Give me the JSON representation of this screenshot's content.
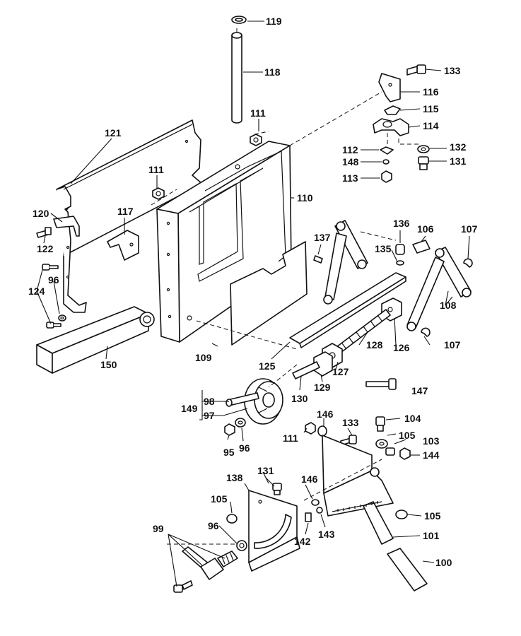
{
  "diagram": {
    "parts": {
      "p95": "95",
      "p96": "96",
      "p97": "97",
      "p98": "98",
      "p99": "99",
      "p100": "100",
      "p101": "101",
      "p103": "103",
      "p104": "104",
      "p105": "105",
      "p106": "106",
      "p107": "107",
      "p108": "108",
      "p109": "109",
      "p110": "110",
      "p111": "111",
      "p112": "112",
      "p113": "113",
      "p114": "114",
      "p115": "115",
      "p116": "116",
      "p117": "117",
      "p118": "118",
      "p119": "119",
      "p120": "120",
      "p121": "121",
      "p122": "122",
      "p124": "124",
      "p125": "125",
      "p126": "126",
      "p127": "127",
      "p128": "128",
      "p129": "129",
      "p130": "130",
      "p131": "131",
      "p132": "132",
      "p133": "133",
      "p135": "135",
      "p136": "136",
      "p137": "137",
      "p138": "138",
      "p142": "142",
      "p143": "143",
      "p144": "144",
      "p146": "146",
      "p147": "147",
      "p148": "148",
      "p149": "149",
      "p150": "150"
    }
  }
}
